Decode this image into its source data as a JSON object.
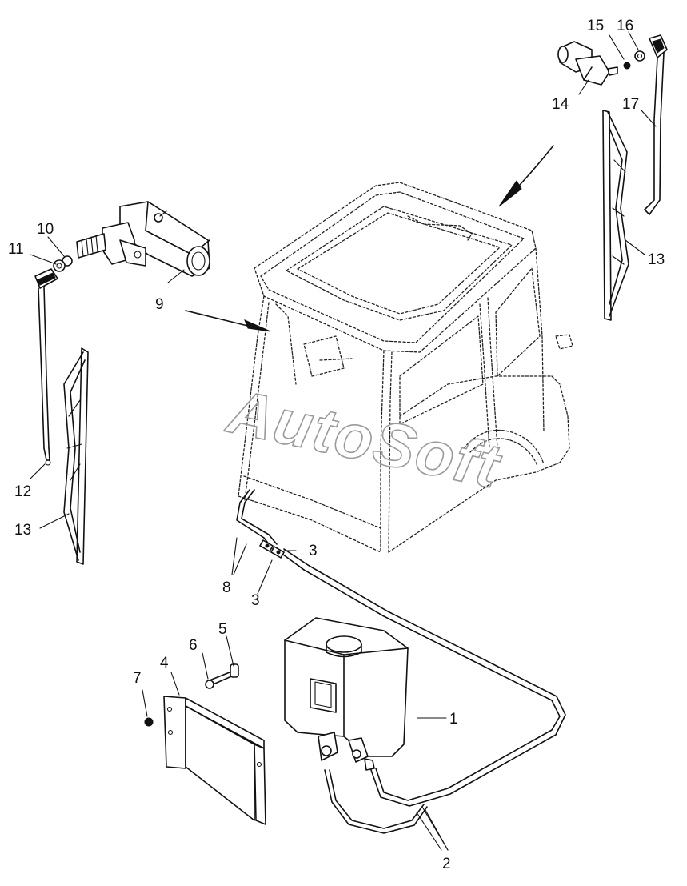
{
  "watermark": "AutoSoft",
  "callouts": {
    "c1": "1",
    "c2": "2",
    "c3a": "3",
    "c3b": "3",
    "c4": "4",
    "c5": "5",
    "c6": "6",
    "c7": "7",
    "c8": "8",
    "c9": "9",
    "c10": "10",
    "c11": "11",
    "c12": "12",
    "c13a": "13",
    "c13b": "13",
    "c14": "14",
    "c15": "15",
    "c16": "16",
    "c17": "17"
  }
}
